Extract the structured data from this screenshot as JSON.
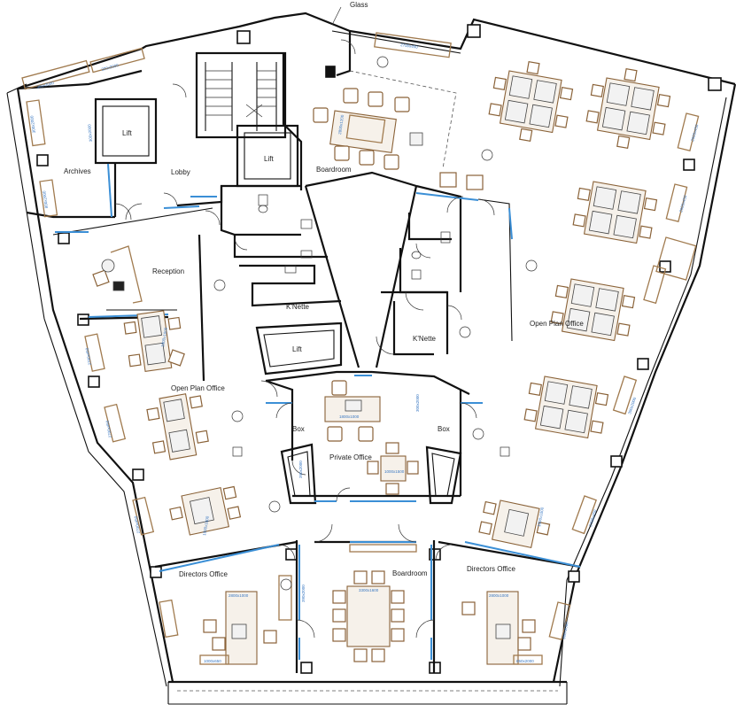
{
  "plan": {
    "label_glass": "Glass",
    "rooms": {
      "archives": "Archives",
      "lobby": "Lobby",
      "lift_1": "Lift",
      "lift_2": "Lift",
      "lift_3": "Lift",
      "reception": "Reception",
      "boardroom_top": "Boardroom",
      "knette_left": "K'Nette",
      "knette_right": "K'Nette",
      "open_plan_left": "Open Plan Office",
      "open_plan_right": "Open Plan Office",
      "box_left": "Box",
      "box_right": "Box",
      "private_office": "Private Office",
      "directors_left": "Directors Office",
      "directors_right": "Directors Office",
      "boardroom_bottom": "Boardroom"
    },
    "dims": {
      "d1": "2700x450",
      "d2": "300x2000",
      "d3": "320x2000",
      "d4": "300x2000",
      "d5": "300x2000",
      "d6": "800x2000",
      "d7": "2800x1200",
      "d8": "1800x1000",
      "d9": "1000x1500",
      "d10": "300x2000",
      "d11": "390x2000",
      "d12": "390x2000",
      "d13": "3300x1600",
      "d14": "2800x1000",
      "d15": "1000x650",
      "d16": "1800x1000",
      "d17": "650x2000",
      "d18": "2800x1000",
      "d19": "2700x450",
      "d20": "2700x450",
      "d21": "2700x450",
      "d22": "2700x450",
      "d23": "2000x450",
      "d24": "2000x450",
      "d25": "1800x1000",
      "d26": "1800x1000",
      "d27": "300x2000",
      "d28": "300x2000"
    },
    "colors": {
      "wall": "#111111",
      "glass": "#3b8fd6",
      "furniture": "#8a6238",
      "dimension_text": "#3a78c2"
    }
  }
}
